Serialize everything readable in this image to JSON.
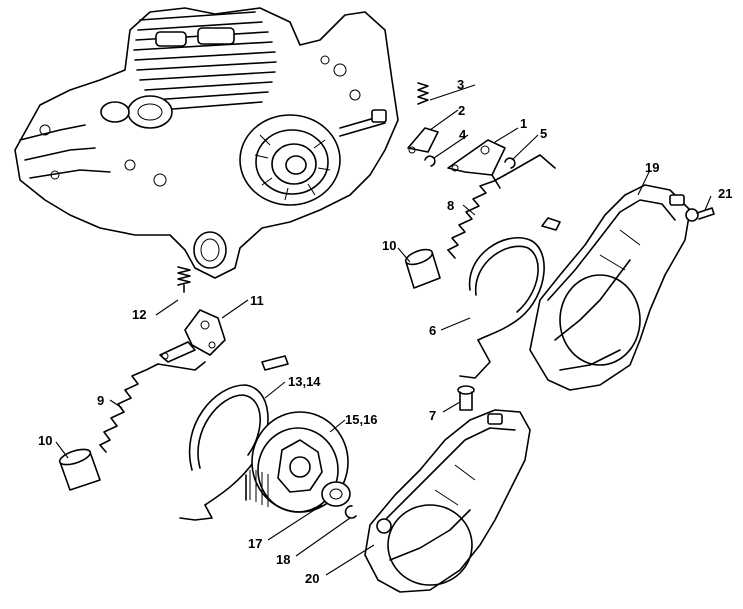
{
  "callouts": {
    "c1": "1",
    "c2": "2",
    "c3": "3",
    "c4": "4",
    "c5": "5",
    "c6": "6",
    "c7": "7",
    "c8": "8",
    "c9": "9",
    "c10a": "10",
    "c10b": "10",
    "c11": "11",
    "c12": "12",
    "c1314": "13,14",
    "c1516": "15,16",
    "c17": "17",
    "c18": "18",
    "c19": "19",
    "c20": "20",
    "c21": "21"
  }
}
